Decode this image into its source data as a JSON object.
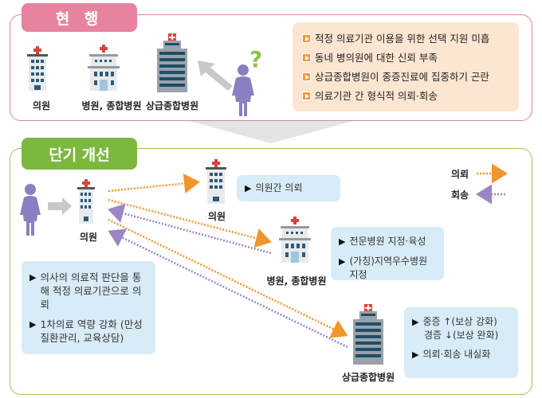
{
  "current": {
    "tab_label": "현 행",
    "buildings": [
      {
        "label": "의원"
      },
      {
        "label": "병원, 종합병원"
      },
      {
        "label": "상급종합병원"
      }
    ],
    "question_mark": "?",
    "problems": [
      "적정 의료기관 이용을 위한 선택 지원 미흡",
      "동네 병의원에 대한 신뢰 부족",
      "상급종합병원이 중증진료에 집중하기 곤란",
      "의료기관 간 형식적 의뢰·회송"
    ]
  },
  "improvement": {
    "tab_label": "단기 개선",
    "origin_label": "의원",
    "targets": [
      {
        "label": "의원",
        "notes": [
          "의원간 의뢰"
        ]
      },
      {
        "label": "병원, 종합병원",
        "notes": [
          "전문병원 지정·육성",
          "(가칭)지역우수병원 지정"
        ]
      },
      {
        "label": "상급종합병원",
        "notes": [
          "중증 ↑(보상 강화)",
          "경증 ↓(보상 완화)",
          "의뢰·회송 내실화"
        ]
      }
    ],
    "left_notes": [
      "의사의 의료적 판단을 통해 적정 의료기관으로 의뢰",
      "1차의료 역량 강화 (만성질환관리, 교육상담)"
    ],
    "legend": {
      "referral": "의뢰",
      "return": "회송"
    }
  },
  "colors": {
    "pink": "#e8839f",
    "green": "#7cb83e",
    "referral": "#f0962e",
    "return": "#9b86c4",
    "beige": "#fce6d2",
    "blue_box": "#d8ecf8"
  }
}
